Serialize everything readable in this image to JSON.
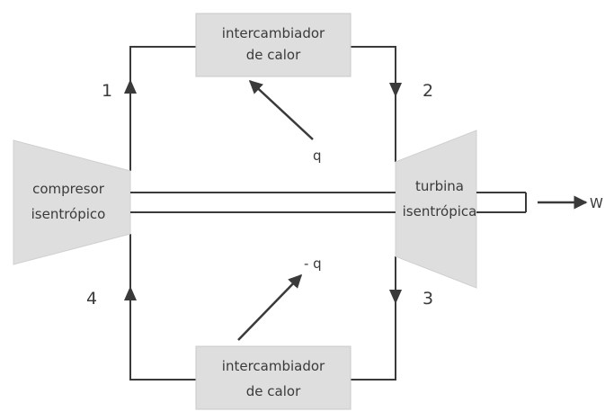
{
  "diagram": {
    "heat_exchanger_top": {
      "line1": "intercambiador",
      "line2": "de calor"
    },
    "heat_exchanger_bottom": {
      "line1": "intercambiador",
      "line2": "de calor"
    },
    "compressor": {
      "line1": "compresor",
      "line2": "isentrópico"
    },
    "turbine": {
      "line1": "turbina",
      "line2": "isentrópica"
    },
    "state_points": {
      "p1": "1",
      "p2": "2",
      "p3": "3",
      "p4": "4"
    },
    "heat_in_label": "q",
    "heat_out_label": "- q",
    "work_label": "W",
    "colors": {
      "fill": "#dedede",
      "stroke": "#3a3a3a",
      "box_stroke": "#c8c8c8"
    }
  }
}
